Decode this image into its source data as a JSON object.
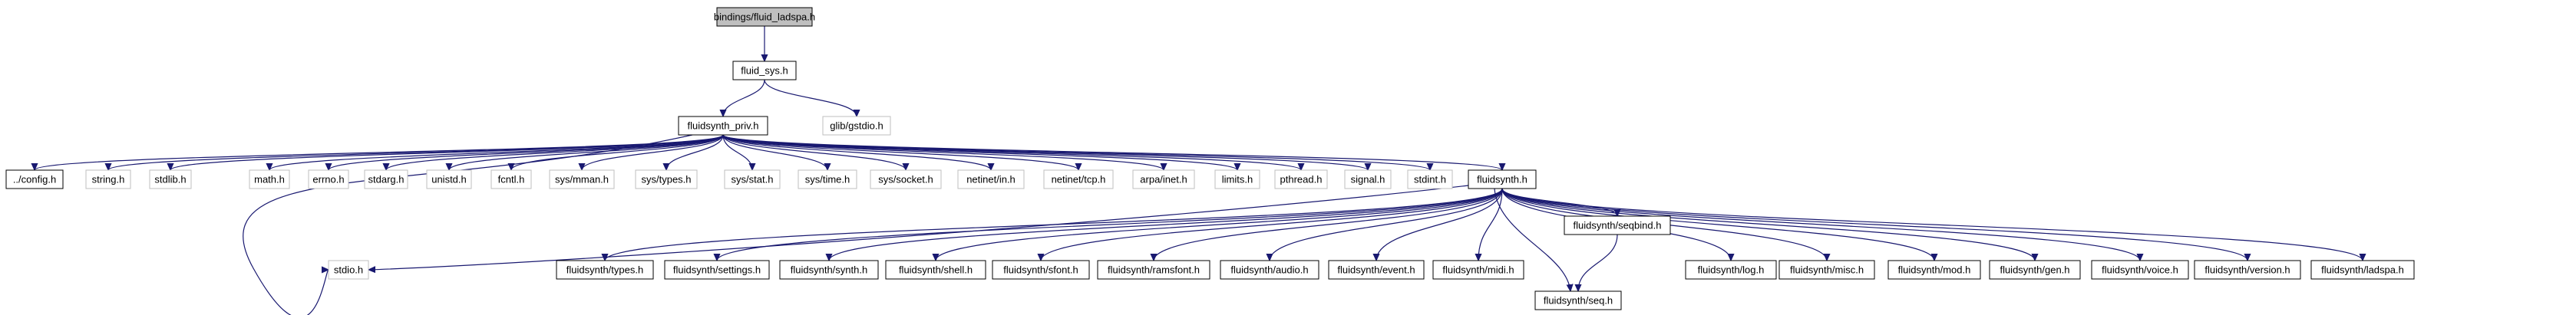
{
  "diagram": {
    "type": "include-dependency-graph",
    "nodes": [
      {
        "id": "root",
        "label": "bindings/fluid_ladspa.h",
        "style": "root"
      },
      {
        "id": "fluid_sys",
        "label": "fluid_sys.h",
        "style": "file"
      },
      {
        "id": "gstdio",
        "label": "glib/gstdio.h",
        "style": "ext"
      },
      {
        "id": "priv",
        "label": "fluidsynth_priv.h",
        "style": "file"
      },
      {
        "id": "config",
        "label": "../config.h",
        "style": "file"
      },
      {
        "id": "string",
        "label": "string.h",
        "style": "ext"
      },
      {
        "id": "stdlib",
        "label": "stdlib.h",
        "style": "ext"
      },
      {
        "id": "math",
        "label": "math.h",
        "style": "ext"
      },
      {
        "id": "errno",
        "label": "errno.h",
        "style": "ext"
      },
      {
        "id": "stdarg",
        "label": "stdarg.h",
        "style": "ext"
      },
      {
        "id": "unistd",
        "label": "unistd.h",
        "style": "ext"
      },
      {
        "id": "fcntl",
        "label": "fcntl.h",
        "style": "ext"
      },
      {
        "id": "mman",
        "label": "sys/mman.h",
        "style": "ext"
      },
      {
        "id": "types",
        "label": "sys/types.h",
        "style": "ext"
      },
      {
        "id": "stat",
        "label": "sys/stat.h",
        "style": "ext"
      },
      {
        "id": "time",
        "label": "sys/time.h",
        "style": "ext"
      },
      {
        "id": "socket",
        "label": "sys/socket.h",
        "style": "ext"
      },
      {
        "id": "netin",
        "label": "netinet/in.h",
        "style": "ext"
      },
      {
        "id": "tcp",
        "label": "netinet/tcp.h",
        "style": "ext"
      },
      {
        "id": "inet",
        "label": "arpa/inet.h",
        "style": "ext"
      },
      {
        "id": "limits",
        "label": "limits.h",
        "style": "ext"
      },
      {
        "id": "pthread",
        "label": "pthread.h",
        "style": "ext"
      },
      {
        "id": "signal",
        "label": "signal.h",
        "style": "ext"
      },
      {
        "id": "stdint",
        "label": "stdint.h",
        "style": "ext"
      },
      {
        "id": "fluidsynth",
        "label": "fluidsynth.h",
        "style": "file"
      },
      {
        "id": "stdio",
        "label": "stdio.h",
        "style": "ext"
      },
      {
        "id": "ftypes",
        "label": "fluidsynth/types.h",
        "style": "file"
      },
      {
        "id": "fsettings",
        "label": "fluidsynth/settings.h",
        "style": "file"
      },
      {
        "id": "fsynth",
        "label": "fluidsynth/synth.h",
        "style": "file"
      },
      {
        "id": "fshell",
        "label": "fluidsynth/shell.h",
        "style": "file"
      },
      {
        "id": "fsfont",
        "label": "fluidsynth/sfont.h",
        "style": "file"
      },
      {
        "id": "framsfont",
        "label": "fluidsynth/ramsfont.h",
        "style": "file"
      },
      {
        "id": "faudio",
        "label": "fluidsynth/audio.h",
        "style": "file"
      },
      {
        "id": "fevent",
        "label": "fluidsynth/event.h",
        "style": "file"
      },
      {
        "id": "fmidi",
        "label": "fluidsynth/midi.h",
        "style": "file"
      },
      {
        "id": "fseqbind",
        "label": "fluidsynth/seqbind.h",
        "style": "file"
      },
      {
        "id": "flog",
        "label": "fluidsynth/log.h",
        "style": "file"
      },
      {
        "id": "fmisc",
        "label": "fluidsynth/misc.h",
        "style": "file"
      },
      {
        "id": "fmod",
        "label": "fluidsynth/mod.h",
        "style": "file"
      },
      {
        "id": "fgen",
        "label": "fluidsynth/gen.h",
        "style": "file"
      },
      {
        "id": "fvoice",
        "label": "fluidsynth/voice.h",
        "style": "file"
      },
      {
        "id": "fversion",
        "label": "fluidsynth/version.h",
        "style": "file"
      },
      {
        "id": "fladspa",
        "label": "fluidsynth/ladspa.h",
        "style": "file"
      },
      {
        "id": "fseq",
        "label": "fluidsynth/seq.h",
        "style": "file"
      }
    ],
    "edges": [
      [
        "root",
        "fluid_sys"
      ],
      [
        "fluid_sys",
        "priv"
      ],
      [
        "fluid_sys",
        "gstdio"
      ],
      [
        "priv",
        "config"
      ],
      [
        "priv",
        "string"
      ],
      [
        "priv",
        "stdlib"
      ],
      [
        "priv",
        "stdio"
      ],
      [
        "priv",
        "math"
      ],
      [
        "priv",
        "errno"
      ],
      [
        "priv",
        "stdarg"
      ],
      [
        "priv",
        "unistd"
      ],
      [
        "priv",
        "fcntl"
      ],
      [
        "priv",
        "mman"
      ],
      [
        "priv",
        "types"
      ],
      [
        "priv",
        "stat"
      ],
      [
        "priv",
        "time"
      ],
      [
        "priv",
        "socket"
      ],
      [
        "priv",
        "netin"
      ],
      [
        "priv",
        "tcp"
      ],
      [
        "priv",
        "inet"
      ],
      [
        "priv",
        "limits"
      ],
      [
        "priv",
        "pthread"
      ],
      [
        "priv",
        "signal"
      ],
      [
        "priv",
        "stdint"
      ],
      [
        "priv",
        "fluidsynth"
      ],
      [
        "fluidsynth",
        "stdio"
      ],
      [
        "fluidsynth",
        "ftypes"
      ],
      [
        "fluidsynth",
        "fsettings"
      ],
      [
        "fluidsynth",
        "fsynth"
      ],
      [
        "fluidsynth",
        "fshell"
      ],
      [
        "fluidsynth",
        "fsfont"
      ],
      [
        "fluidsynth",
        "framsfont"
      ],
      [
        "fluidsynth",
        "faudio"
      ],
      [
        "fluidsynth",
        "fevent"
      ],
      [
        "fluidsynth",
        "fmidi"
      ],
      [
        "fluidsynth",
        "fseq"
      ],
      [
        "fluidsynth",
        "fseqbind"
      ],
      [
        "fluidsynth",
        "flog"
      ],
      [
        "fluidsynth",
        "fmisc"
      ],
      [
        "fluidsynth",
        "fmod"
      ],
      [
        "fluidsynth",
        "fgen"
      ],
      [
        "fluidsynth",
        "fvoice"
      ],
      [
        "fluidsynth",
        "fversion"
      ],
      [
        "fluidsynth",
        "fladspa"
      ],
      [
        "fseqbind",
        "fseq"
      ]
    ],
    "colors": {
      "edge": "#191970",
      "node_border": "#000000",
      "ext_border": "#bfbfbf",
      "root_fill": "#bfbfbf",
      "node_fill": "#ffffff",
      "text": "#000000"
    }
  }
}
